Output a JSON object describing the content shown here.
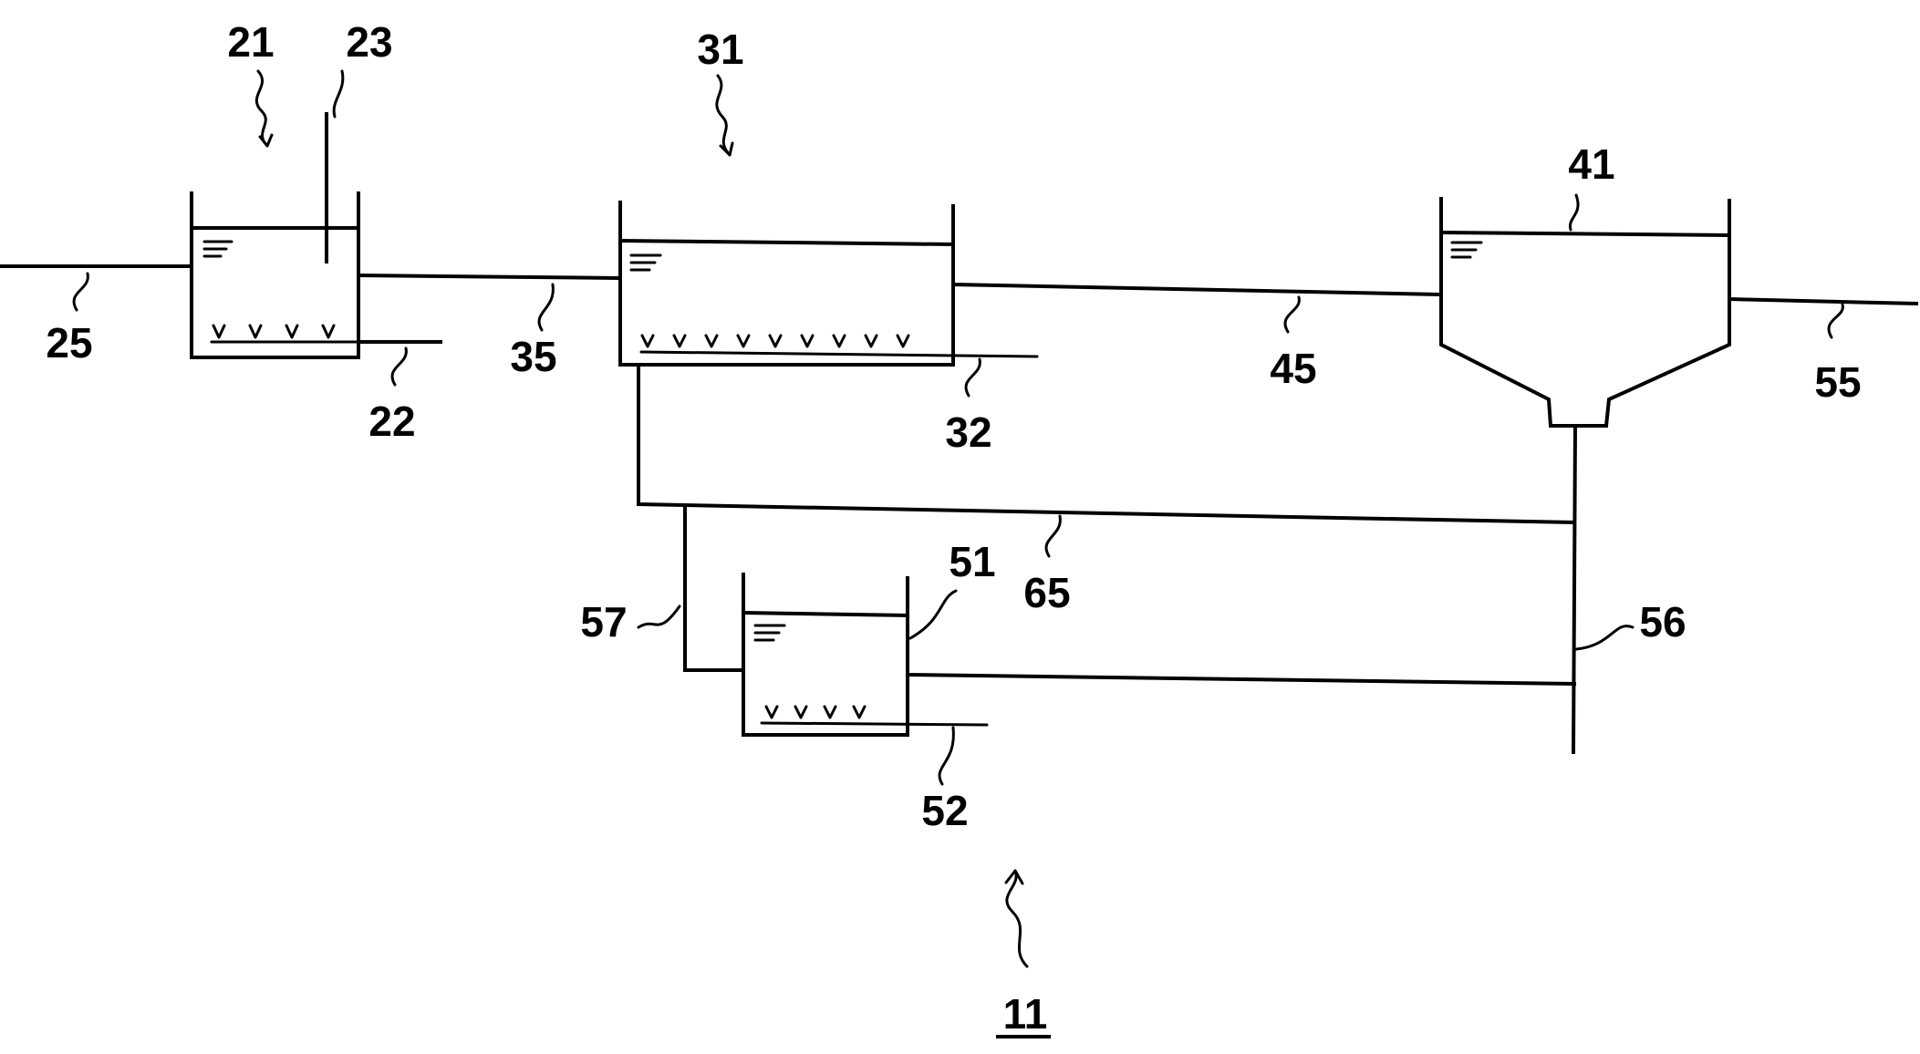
{
  "labels": {
    "tank_21": "21",
    "pipe_23": "23",
    "tank_31": "31",
    "tank_41": "41",
    "pipe_25": "25",
    "pipe_22": "22",
    "pipe_35": "35",
    "pipe_32": "32",
    "pipe_45": "45",
    "pipe_55": "55",
    "pipe_65": "65",
    "tank_51": "51",
    "pipe_57": "57",
    "pipe_56": "56",
    "pipe_52": "52",
    "system_11": "11"
  }
}
